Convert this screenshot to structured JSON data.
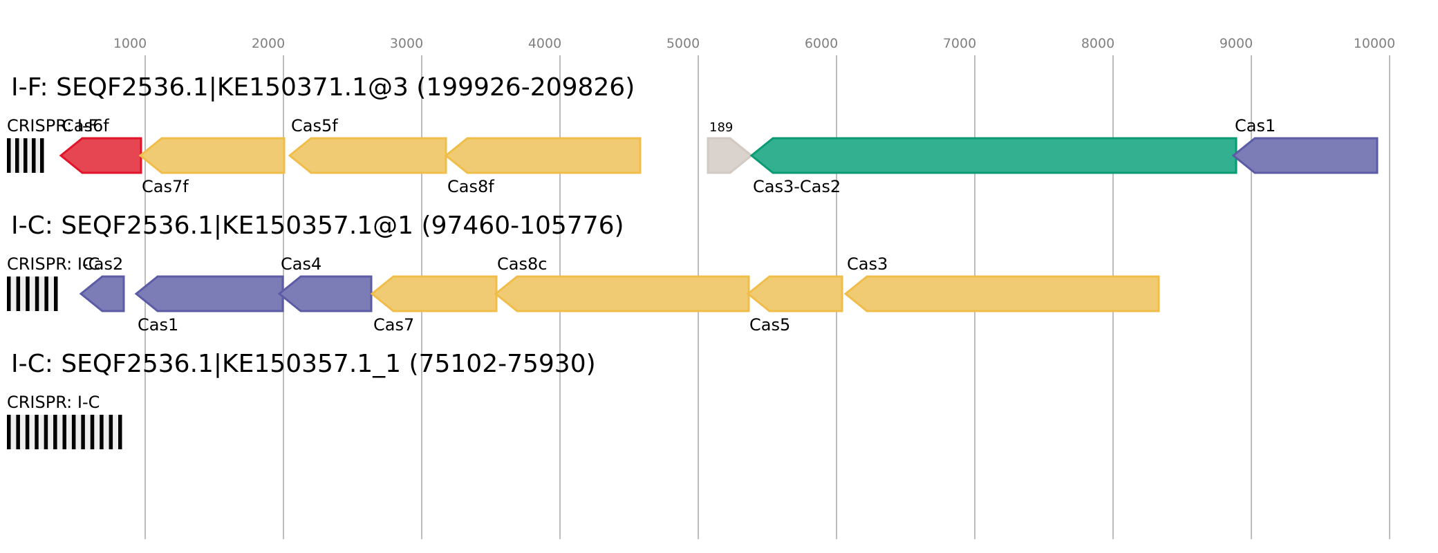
{
  "axis": {
    "ticks": [
      1000,
      2000,
      3000,
      4000,
      5000,
      6000,
      7000,
      8000,
      9000,
      10000
    ],
    "tick_labels": [
      "1000",
      "2000",
      "3000",
      "4000",
      "5000",
      "6000",
      "7000",
      "8000",
      "9000",
      "10000"
    ],
    "range_bp": [
      0,
      10000
    ]
  },
  "colors": {
    "red": {
      "fill": "#e64552",
      "stroke": "#e0142a"
    },
    "yellow": {
      "fill": "#f0cb73",
      "stroke": "#f0bd48"
    },
    "green": {
      "fill": "#33b08f",
      "stroke": "#0a9a74"
    },
    "purple": {
      "fill": "#7c7cb6",
      "stroke": "#5b5ba6"
    },
    "gray": {
      "fill": "#d9d2cd",
      "stroke": "#d2c9c2"
    },
    "crispr_bar": "#000000",
    "crispr_gap": "#eeeeee",
    "grid": "#bdbdbd",
    "tick_text": "#808080"
  },
  "loci": [
    {
      "title": "I-F: SEQF2536.1|KE150371.1@3 (199926-209826)",
      "crispr": {
        "label": "CRISPR: I-F",
        "repeats": 5,
        "start": 0,
        "end": 265
      },
      "genes": [
        {
          "name": "Cas6f",
          "start": 390,
          "end": 970,
          "strand": "-",
          "color": "red",
          "label_pos": "above"
        },
        {
          "name": "Cas7f",
          "start": 965,
          "end": 2005,
          "strand": "-",
          "color": "yellow",
          "label_pos": "below"
        },
        {
          "name": "Cas5f",
          "start": 2045,
          "end": 3175,
          "strand": "-",
          "color": "yellow",
          "label_pos": "above"
        },
        {
          "name": "Cas8f",
          "start": 3175,
          "end": 4580,
          "strand": "-",
          "color": "yellow",
          "label_pos": "below"
        },
        {
          "name": "189",
          "start": 5070,
          "end": 5385,
          "strand": "+",
          "color": "gray",
          "label_pos": "above",
          "small": true
        },
        {
          "name": "Cas3-Cas2",
          "start": 5385,
          "end": 8890,
          "strand": "-",
          "color": "green",
          "label_pos": "below"
        },
        {
          "name": "Cas1",
          "start": 8870,
          "end": 9910,
          "strand": "-",
          "color": "purple",
          "label_pos": "above"
        }
      ]
    },
    {
      "title": "I-C: SEQF2536.1|KE150357.1@1 (97460-105776)",
      "crispr": {
        "label": "CRISPR: I-C",
        "repeats": 6,
        "start": 0,
        "end": 365
      },
      "genes": [
        {
          "name": "Cas2",
          "start": 535,
          "end": 845,
          "strand": "-",
          "color": "purple",
          "label_pos": "above"
        },
        {
          "name": "Cas1",
          "start": 935,
          "end": 1995,
          "strand": "-",
          "color": "purple",
          "label_pos": "below"
        },
        {
          "name": "Cas4",
          "start": 1970,
          "end": 2635,
          "strand": "-",
          "color": "purple",
          "label_pos": "above"
        },
        {
          "name": "Cas7",
          "start": 2640,
          "end": 3540,
          "strand": "-",
          "color": "yellow",
          "label_pos": "below"
        },
        {
          "name": "Cas8c",
          "start": 3535,
          "end": 5365,
          "strand": "-",
          "color": "yellow",
          "label_pos": "above"
        },
        {
          "name": "Cas5",
          "start": 5360,
          "end": 6040,
          "strand": "-",
          "color": "yellow",
          "label_pos": "below"
        },
        {
          "name": "Cas3",
          "start": 6065,
          "end": 8330,
          "strand": "-",
          "color": "yellow",
          "label_pos": "above"
        }
      ]
    },
    {
      "title": "I-C: SEQF2536.1|KE150357.1_1 (75102-75930)",
      "crispr": {
        "label": "CRISPR: I-C",
        "repeats": 13,
        "start": 0,
        "end": 830
      },
      "genes": []
    }
  ]
}
